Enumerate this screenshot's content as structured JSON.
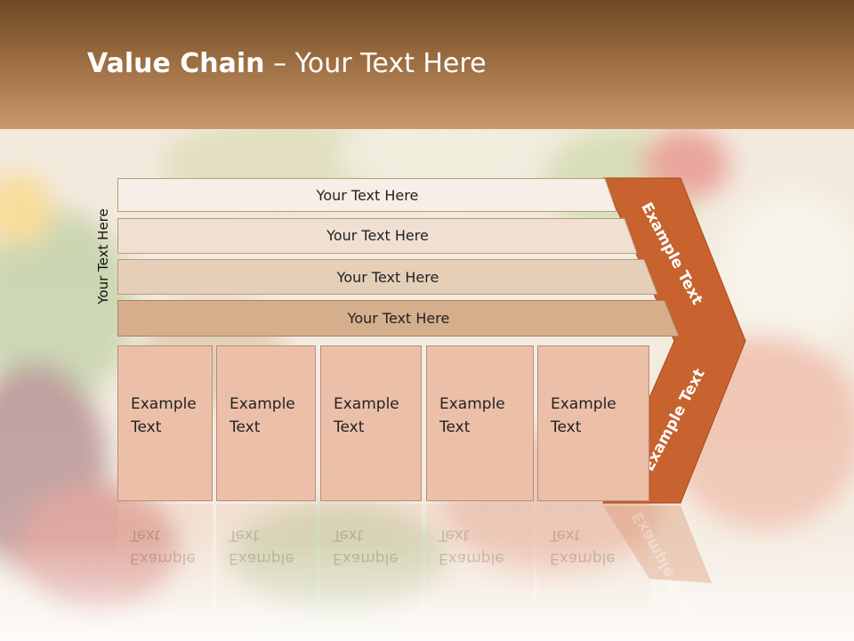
{
  "slide": {
    "title_bold": "Value Chain",
    "title_rest": " – Your Text Here",
    "vertical_label": "Your Text Here"
  },
  "bars": [
    {
      "label": "Your Text Here",
      "fill": "#f7efe7"
    },
    {
      "label": "Your Text Here",
      "fill": "#efe0d2"
    },
    {
      "label": "Your Text Here",
      "fill": "#e5cfb8"
    },
    {
      "label": "Your Text Here",
      "fill": "#d5ae8c"
    }
  ],
  "boxes": [
    {
      "line1": "Example",
      "line2": "Text"
    },
    {
      "line1": "Example",
      "line2": "Text"
    },
    {
      "line1": "Example",
      "line2": "Text"
    },
    {
      "line1": "Example",
      "line2": "Text"
    },
    {
      "line1": "Example",
      "line2": "Text"
    }
  ],
  "chevron": {
    "top_text": "Example Text",
    "bottom_text": "Example Text",
    "color": "#c8622e"
  }
}
